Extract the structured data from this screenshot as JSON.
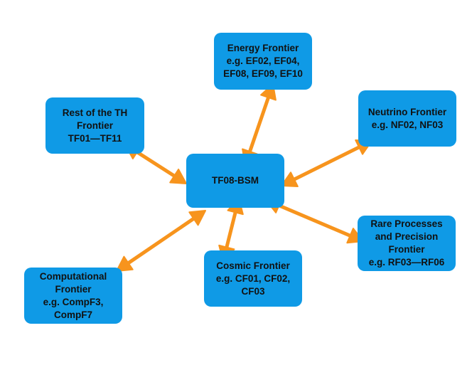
{
  "accent_color": "#0f9ae6",
  "arrow_color": "#f7941d",
  "nodes": {
    "center": {
      "lines": [
        "TF08-BSM"
      ]
    },
    "energy": {
      "lines": [
        "Energy Frontier",
        "e.g. EF02, EF04,",
        "EF08, EF09, EF10"
      ]
    },
    "rest_th": {
      "lines": [
        "Rest of the TH",
        "Frontier",
        "TF01—TF11"
      ]
    },
    "neutrino": {
      "lines": [
        "Neutrino Frontier",
        "e.g. NF02, NF03"
      ]
    },
    "rare": {
      "lines": [
        "Rare Processes",
        "and Precision",
        "Frontier",
        "e.g. RF03—RF06"
      ]
    },
    "cosmic": {
      "lines": [
        "Cosmic Frontier",
        "e.g. CF01, CF02,",
        "CF03"
      ]
    },
    "computational": {
      "lines": [
        "Computational",
        "Frontier",
        "e.g. CompF3,",
        "CompF7"
      ]
    }
  },
  "edges": [
    {
      "from": "center",
      "to": "energy"
    },
    {
      "from": "center",
      "to": "rest_th"
    },
    {
      "from": "center",
      "to": "neutrino"
    },
    {
      "from": "center",
      "to": "rare"
    },
    {
      "from": "center",
      "to": "cosmic"
    },
    {
      "from": "center",
      "to": "computational"
    }
  ]
}
